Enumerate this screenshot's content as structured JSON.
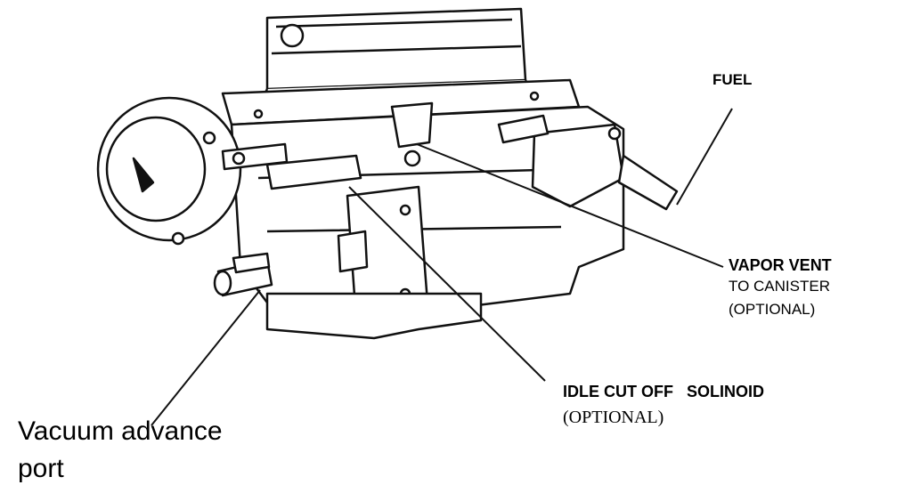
{
  "labels": {
    "fuel": "FUEL",
    "vapor_vent": "VAPOR VENT",
    "to_canister": "TO CANISTER",
    "vapor_optional": "(OPTIONAL)",
    "idle_cut_off": "IDLE CUT OFF   SOLINOID",
    "idle_optional": "(OPTIONAL)",
    "vacuum_advance": "Vacuum advance",
    "port": "port"
  }
}
